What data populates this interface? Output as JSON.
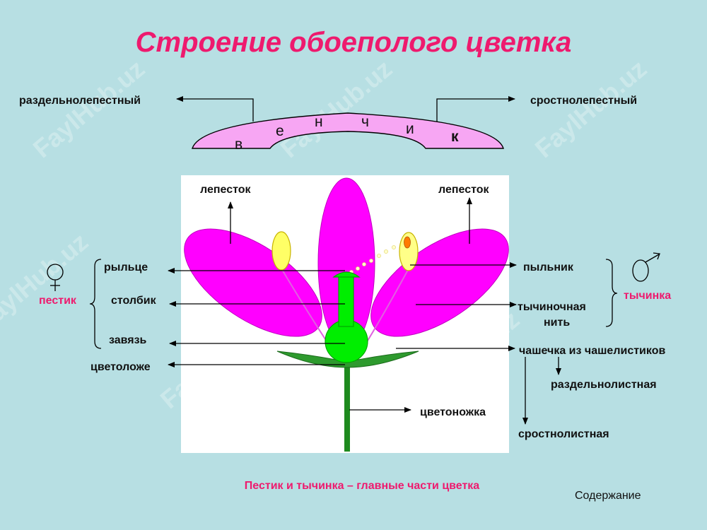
{
  "title": "Строение обоеполого цветка",
  "corolla": {
    "left_label": "раздельнолепестный",
    "right_label": "сростнолепестный",
    "letters": [
      "в",
      "е",
      "н",
      "ч",
      "и",
      "к"
    ]
  },
  "labels": {
    "petal_left": "лепесток",
    "petal_right": "лепесток",
    "stigma": "рыльце",
    "style": "столбик",
    "ovary": "завязь",
    "receptacle": "цветоложе",
    "anther": "пыльник",
    "filament_line1": "тычиночная",
    "filament_line2": "нить",
    "calyx": "чашечка из чашелистиков",
    "calyx_separate": "раздельнолистная",
    "calyx_fused": "сростнолистная",
    "peduncle": "цветоножка"
  },
  "groups": {
    "pistil": "пестик",
    "stamen": "тычинка"
  },
  "watermark": "FaylHub.uz",
  "caption": "Пестик и тычинка – главные части цветка",
  "contents_link": "Содержание",
  "colors": {
    "background": "#b7dfe3",
    "petal": "#ff00ff",
    "pistil": "#00ee00",
    "stem": "#1e8a1e",
    "anther": "#ffff66",
    "title": "#ee1a6e"
  },
  "icons": [
    "female-symbol-icon",
    "male-symbol-icon"
  ]
}
